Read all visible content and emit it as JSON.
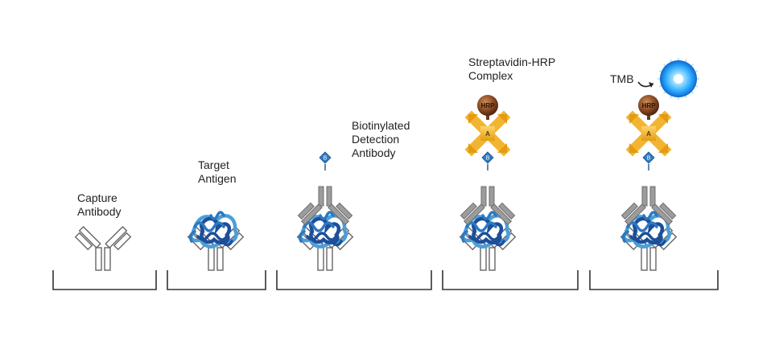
{
  "labels": {
    "capture": "Capture\nAntibody",
    "target": "Target\nAntigen",
    "biotin_detection": "Biotinylated\nDetection\nAntibody",
    "strep_hrp": "Streptavidin-HRP\nComplex",
    "tmb": "TMB",
    "hrp_1": "HRP",
    "hrp_2": "HRP",
    "a_1": "A",
    "a_2": "A",
    "b_1": "B",
    "b_2": "B",
    "b_3": "B"
  },
  "colors": {
    "antibody_fill": "#ffffff",
    "antibody_stroke": "#666666",
    "detection_antibody": "#9c9c9c",
    "antigen_light": "#4a9fd8",
    "antigen_dark": "#1d4f99",
    "biotin": "#2f7cc1",
    "streptavidin": "#f2b531",
    "hrp": "#8a4a22",
    "tmb_glow": "#2aa9ff",
    "well": "#333333"
  },
  "steps": [
    {
      "name": "step-capture",
      "antibody": "capture",
      "antigen": false,
      "detection": false,
      "biotin": false,
      "streptavidin": false,
      "hrp": false,
      "tmb": false
    },
    {
      "name": "step-antigen",
      "antibody": "capture",
      "antigen": true,
      "detection": false,
      "biotin": false,
      "streptavidin": false,
      "hrp": false,
      "tmb": false
    },
    {
      "name": "step-detection",
      "antibody": "capture",
      "antigen": true,
      "detection": true,
      "biotin": true,
      "streptavidin": false,
      "hrp": false,
      "tmb": false
    },
    {
      "name": "step-strep-hrp",
      "antibody": "capture",
      "antigen": true,
      "detection": true,
      "biotin": true,
      "streptavidin": true,
      "hrp": true,
      "tmb": false
    },
    {
      "name": "step-tmb",
      "antibody": "capture",
      "antigen": true,
      "detection": true,
      "biotin": true,
      "streptavidin": true,
      "hrp": true,
      "tmb": true
    }
  ]
}
